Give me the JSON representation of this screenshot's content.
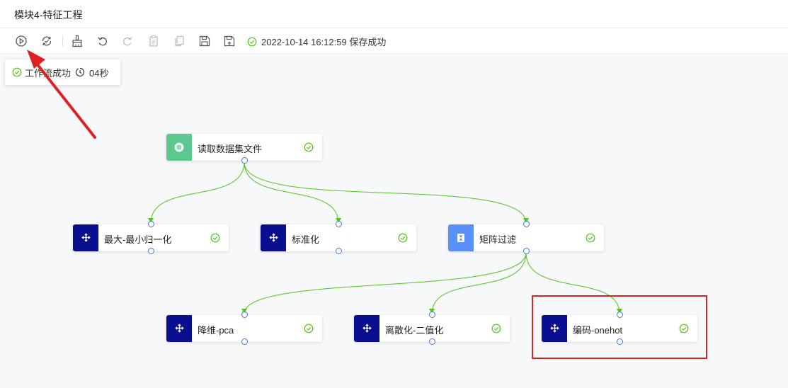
{
  "window": {
    "title": "模块4-特征工程"
  },
  "toolbar": {
    "buttons": [
      {
        "name": "run",
        "icon": "play-circle-icon"
      },
      {
        "name": "refresh",
        "icon": "sync-icon"
      },
      {
        "name": "clean",
        "icon": "brush-icon"
      },
      {
        "name": "undo",
        "icon": "undo-icon"
      },
      {
        "name": "redo",
        "icon": "redo-icon"
      },
      {
        "name": "paste",
        "icon": "paste-icon"
      },
      {
        "name": "copy",
        "icon": "copy-icon"
      },
      {
        "name": "save",
        "icon": "save-icon"
      },
      {
        "name": "save-as",
        "icon": "save-as-icon"
      }
    ],
    "save_status": "2022-10-14 16:12:59 保存成功"
  },
  "run_popup": {
    "status": "工作流成功",
    "duration": "04秒"
  },
  "nodes": [
    {
      "id": "read",
      "label": "读取数据集文件",
      "icon": "dataset-icon",
      "color": "#5cc78e"
    },
    {
      "id": "minmax",
      "label": "最大-最小归一化",
      "icon": "transform-icon",
      "color": "#0a0f8f"
    },
    {
      "id": "standard",
      "label": "标准化",
      "icon": "transform-icon",
      "color": "#0a0f8f"
    },
    {
      "id": "filter",
      "label": "矩阵过滤",
      "icon": "filter-icon",
      "color": "#5b8ff9"
    },
    {
      "id": "pca",
      "label": "降维-pca",
      "icon": "transform-icon",
      "color": "#0a0f8f"
    },
    {
      "id": "binarize",
      "label": "离散化-二值化",
      "icon": "transform-icon",
      "color": "#0a0f8f"
    },
    {
      "id": "onehot",
      "label": "编码-onehot",
      "icon": "transform-icon",
      "color": "#0a0f8f"
    }
  ],
  "colors": {
    "success": "#52c41a",
    "edge": "#52c41a",
    "port": "#3a7bd5",
    "highlight": "#e02020"
  }
}
